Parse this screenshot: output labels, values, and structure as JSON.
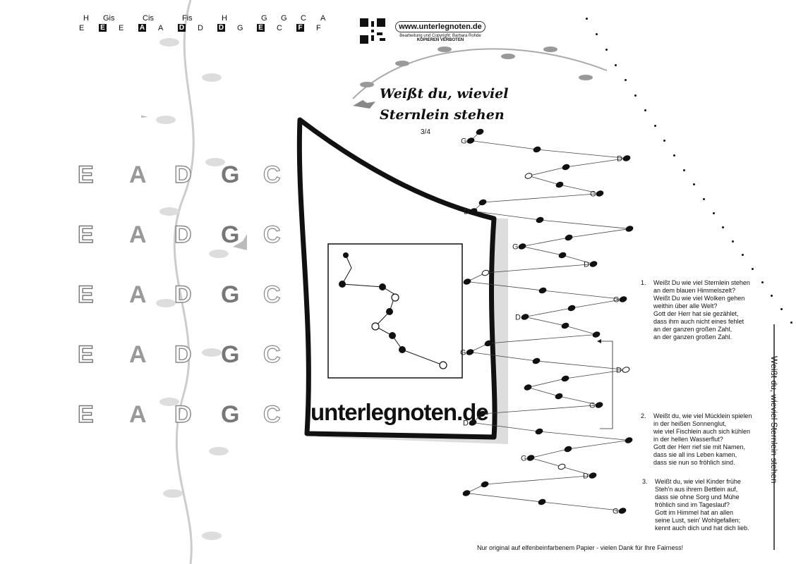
{
  "note_sequence": [
    {
      "letter": "E",
      "sharp": "H"
    },
    {
      "letter": "E",
      "sharp": "Gis"
    },
    {
      "letter": "E",
      "sharp": ""
    },
    {
      "letter": "A",
      "sharp": "Cis"
    },
    {
      "letter": "A",
      "sharp": ""
    },
    {
      "letter": "D",
      "sharp": "Fis"
    },
    {
      "letter": "D",
      "sharp": ""
    },
    {
      "letter": "D",
      "sharp": "H"
    },
    {
      "letter": "G",
      "sharp": ""
    },
    {
      "letter": "E",
      "sharp": "G"
    },
    {
      "letter": "C",
      "sharp": "G"
    },
    {
      "letter": "F",
      "sharp": "C"
    },
    {
      "letter": "F",
      "sharp": "A"
    }
  ],
  "header": {
    "url": "www.unterlegnoten.de",
    "copyright": "Bearbeitung und Copyright: Barbara Rohde",
    "warning": "KOPIEREN VERBOTEN"
  },
  "title": {
    "line1": "Weißt du, wieviel",
    "line2": "Sternlein stehen",
    "time_signature": "3/4"
  },
  "string_letters": [
    "E",
    "A",
    "D",
    "G",
    "C"
  ],
  "logo_text": "unterlegnoten.de",
  "melody_labels": {
    "g": "G",
    "d": "D"
  },
  "verses": [
    {
      "number": "1.",
      "lines": [
        "Weißt Du wie viel Sternlein stehen",
        "an dem blauen Himmelszelt?",
        "Weißt Du wie viel Wolken gehen",
        "weithin über alle Welt?",
        "Gott der Herr hat sie gezählet,",
        "dass ihm auch nicht eines fehlet",
        "an der ganzen großen Zahl,",
        "an der ganzen großen Zahl."
      ]
    },
    {
      "number": "2.",
      "lines": [
        "Weißt du, wie viel Mücklein spielen",
        "in der heißen Sonnenglut,",
        "wie viel Fischlein auch sich kühlen",
        "in der hellen Wasserflut?",
        "Gott der Herr rief sie mit Namen,",
        "dass sie all ins Leben kamen,",
        "dass sie nun so fröhlich sind."
      ]
    },
    {
      "number": "3.",
      "lines": [
        "Weißt du, wie viel Kinder frühe",
        "Steh'n aus ihrem Bettlein auf,",
        "dass sie ohne Sorg und Mühe",
        "fröhlich sind im Tageslauf?",
        "Gott im Himmel hat an allen",
        "seine Lust, sein' Wohlgefallen;",
        "kennt auch dich und hat dich lieb."
      ]
    }
  ],
  "footer": "Nur original auf elfenbeinfarbenem Papier - vielen Dank für Ihre Fairness!",
  "vertical_title": "Weißt du, wieviel Sternlein stehen",
  "colors": {
    "ink": "#111111",
    "grey": "#bbbbbb"
  }
}
